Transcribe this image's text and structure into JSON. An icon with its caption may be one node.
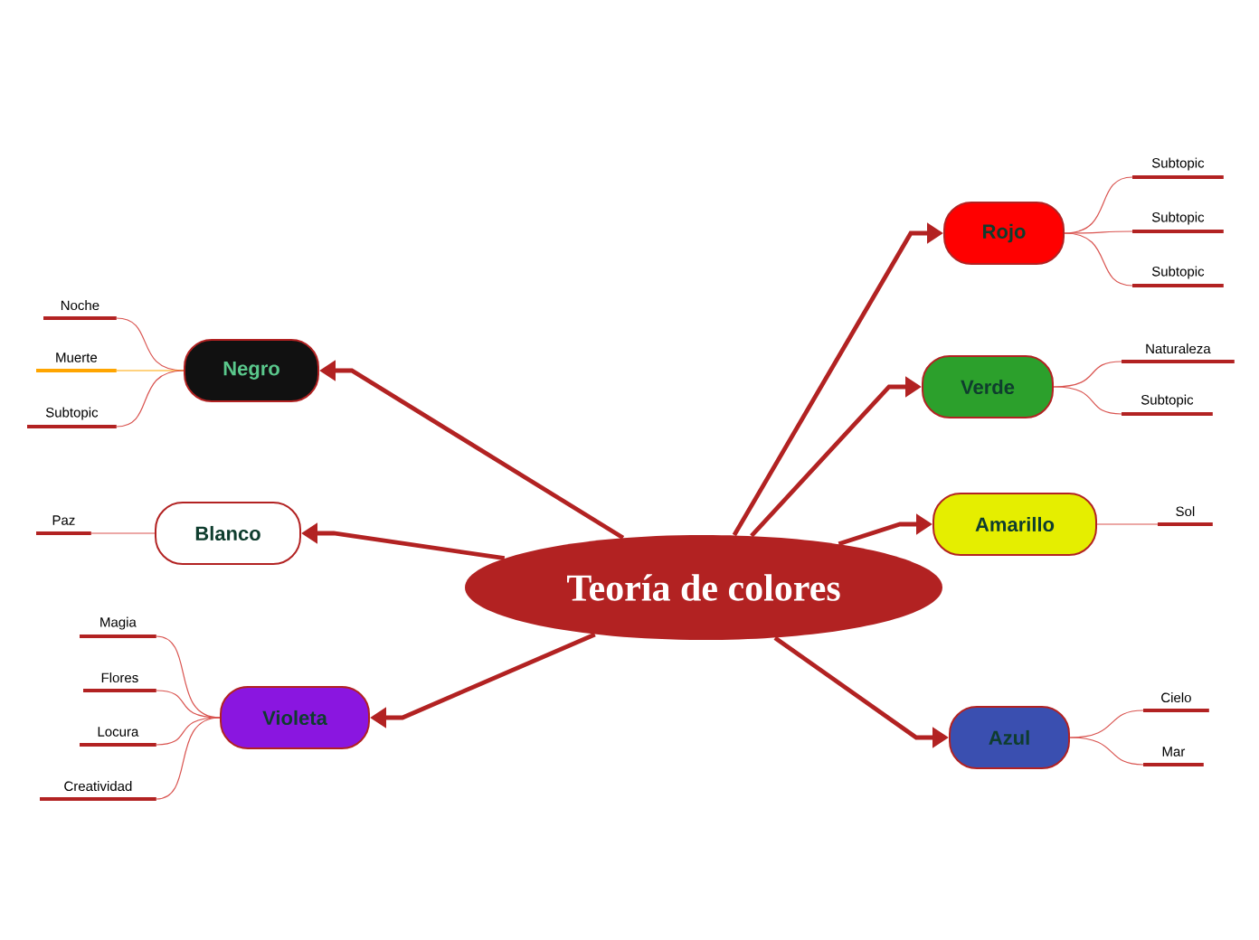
{
  "diagram": {
    "nodes": [
      {
        "text": [
          "Teoría de colores"
        ]
      },
      {
        "text": [
          "Rojo"
        ]
      },
      {
        "text": [
          "Verde"
        ]
      },
      {
        "text": [
          "Amarillo"
        ]
      },
      {
        "text": [
          "Azul"
        ]
      },
      {
        "text": [
          "Negro"
        ]
      },
      {
        "text": [
          "Blanco"
        ]
      },
      {
        "text": [
          "Violeta"
        ]
      },
      {
        "text": [
          "Subtopic"
        ]
      },
      {
        "text": [
          "Subtopic"
        ]
      },
      {
        "text": [
          "Subtopic"
        ]
      },
      {
        "text": [
          "Naturaleza"
        ]
      },
      {
        "text": [
          "Subtopic"
        ]
      },
      {
        "text": [
          "Sol"
        ]
      },
      {
        "text": [
          "Cielo"
        ]
      },
      {
        "text": [
          "Mar"
        ]
      },
      {
        "text": [
          "Noche"
        ]
      },
      {
        "text": [
          "Muerte"
        ]
      },
      {
        "text": [
          "Subtopic"
        ]
      },
      {
        "text": [
          "Paz"
        ]
      },
      {
        "text": [
          "Magia"
        ]
      },
      {
        "text": [
          "Flores"
        ]
      },
      {
        "text": [
          "Locura"
        ]
      },
      {
        "text": [
          "Creatividad"
        ]
      }
    ],
    "edges": [
      {
        "from": 0,
        "to": 1,
        "arrow": "to",
        "style": "thick",
        "color": "#b22222"
      },
      {
        "from": 0,
        "to": 2,
        "arrow": "to",
        "style": "thick",
        "color": "#b22222"
      },
      {
        "from": 0,
        "to": 3,
        "arrow": "to",
        "style": "thick",
        "color": "#b22222"
      },
      {
        "from": 0,
        "to": 4,
        "arrow": "to",
        "style": "thick",
        "color": "#b22222"
      },
      {
        "from": 0,
        "to": 5,
        "arrow": "to",
        "style": "thick",
        "color": "#b22222"
      },
      {
        "from": 0,
        "to": 6,
        "arrow": "to",
        "style": "thick",
        "color": "#b22222"
      },
      {
        "from": 0,
        "to": 7,
        "arrow": "to",
        "style": "thick",
        "color": "#b22222"
      },
      {
        "from": 1,
        "to": 8,
        "arrow": "none"
      },
      {
        "from": 1,
        "to": 9,
        "arrow": "none"
      },
      {
        "from": 1,
        "to": 10,
        "arrow": "none"
      },
      {
        "from": 2,
        "to": 11,
        "arrow": "none"
      },
      {
        "from": 2,
        "to": 12,
        "arrow": "none"
      },
      {
        "from": 3,
        "to": 13,
        "arrow": "none"
      },
      {
        "from": 4,
        "to": 14,
        "arrow": "none"
      },
      {
        "from": 4,
        "to": 15,
        "arrow": "none"
      },
      {
        "from": 5,
        "to": 16,
        "arrow": "none"
      },
      {
        "from": 5,
        "to": 17,
        "arrow": "none",
        "color": "#ffa500"
      },
      {
        "from": 5,
        "to": 18,
        "arrow": "none"
      },
      {
        "from": 6,
        "to": 19,
        "arrow": "none"
      },
      {
        "from": 7,
        "to": 20,
        "arrow": "none"
      },
      {
        "from": 7,
        "to": 21,
        "arrow": "none"
      },
      {
        "from": 7,
        "to": 22,
        "arrow": "none"
      },
      {
        "from": 7,
        "to": 23,
        "arrow": "none"
      }
    ]
  }
}
